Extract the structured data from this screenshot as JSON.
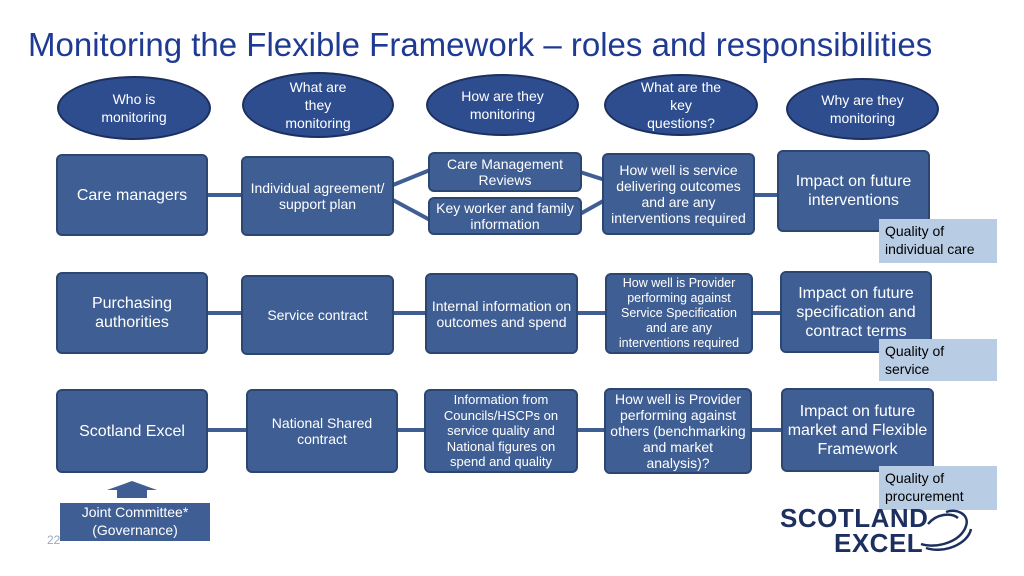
{
  "title": "Monitoring the Flexible Framework – roles and responsibilities",
  "questions": [
    "Who is monitoring",
    "What are they monitoring",
    "How are they monitoring",
    "What are the key questions?",
    "Why are they monitoring"
  ],
  "rows": [
    {
      "who": "Care managers",
      "what": "Individual agreement/ support plan",
      "how": [
        "Care Management Reviews",
        "Key worker and family information"
      ],
      "key_question": "How well is service delivering outcomes and are any interventions required",
      "why": "Impact on future interventions",
      "quality": "Quality of individual care"
    },
    {
      "who": "Purchasing authorities",
      "what": "Service contract",
      "how": [
        "Internal information on outcomes and spend"
      ],
      "key_question": "How well is Provider performing against Service Specification and are any interventions required",
      "why": "Impact on future specification and contract terms",
      "quality": "Quality of service"
    },
    {
      "who": "Scotland Excel",
      "what": "National Shared contract",
      "how": [
        "Information from Councils/HSCPs on service quality and National figures on spend and quality"
      ],
      "key_question": "How well is Provider performing against others (benchmarking and market analysis)?",
      "why": "Impact on future market and Flexible Framework",
      "quality": "Quality of procurement"
    }
  ],
  "joint_committee": "Joint  Committee* (Governance)",
  "page_number": "22",
  "logo": {
    "line1": "SCOTLAND",
    "line2": "EXCEL"
  },
  "colors": {
    "box": "#3f5f94",
    "ellipse": "#2e4d8f",
    "quality": "#b8cce4",
    "title": "#1f3a93"
  }
}
